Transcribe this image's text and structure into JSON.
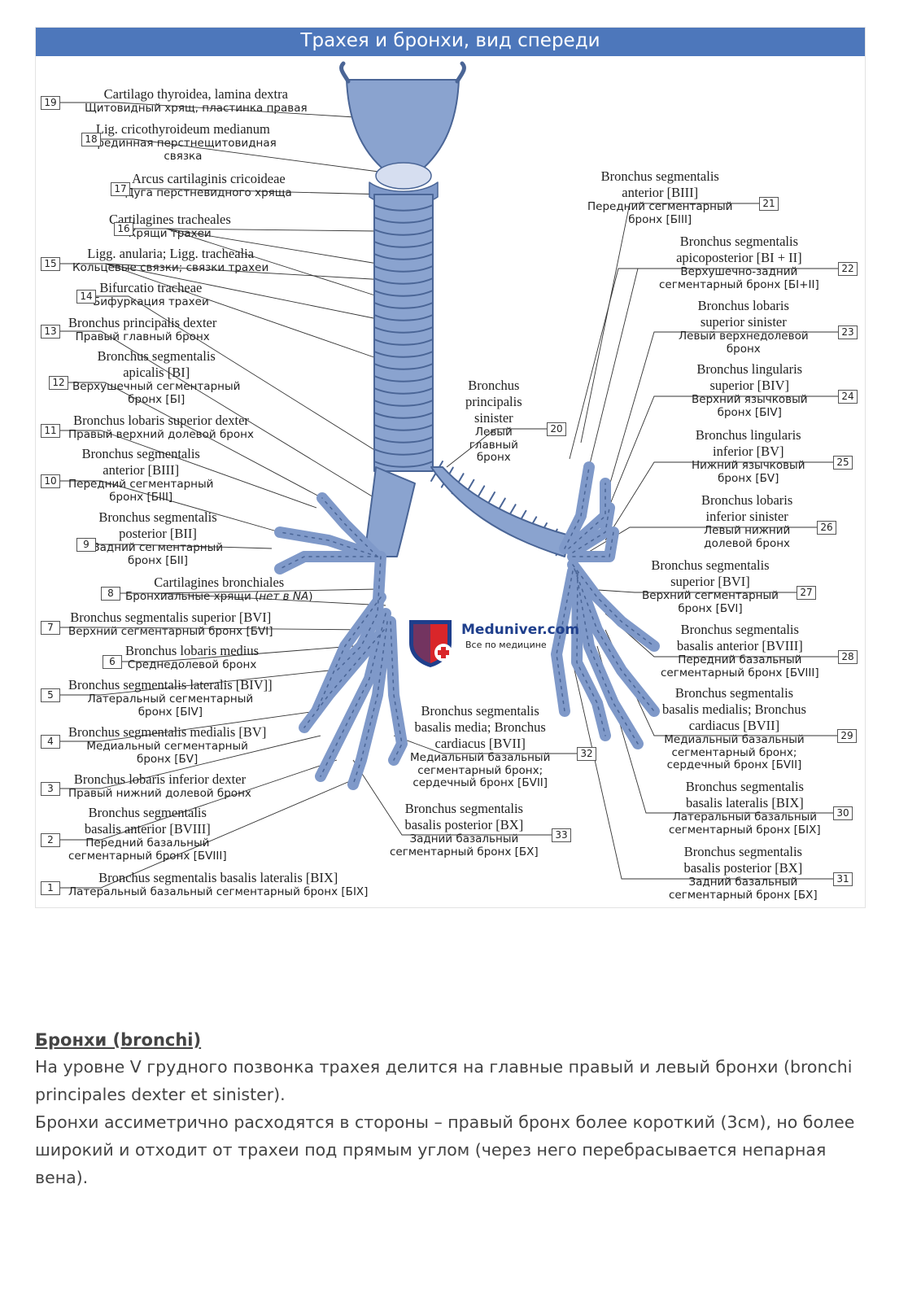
{
  "figure": {
    "title": "Трахея и бронхи, вид спереди",
    "labels": [
      {
        "num": "19",
        "la": "Cartilago thyroidea, lamina dextra",
        "ru": "Щитовидный хрящ, пластинка правая"
      },
      {
        "num": "18",
        "la": "Lig. cricothyroideum medianum",
        "ru": "Срединная перстнещитовидная",
        "ru2": "связка"
      },
      {
        "num": "17",
        "la": "Arcus cartilaginis cricoideae",
        "ru": "Дуга перстневидного хряща"
      },
      {
        "num": "16",
        "la": "Cartilagines tracheales",
        "ru": "Хрящи трахеи"
      },
      {
        "num": "15",
        "la": "Ligg. anularia; Ligg. trachealia",
        "ru": "Кольцевые связки; связки трахеи"
      },
      {
        "num": "14",
        "la": "Bifurcatio tracheae",
        "ru": "Бифуркация трахеи"
      },
      {
        "num": "13",
        "la": "Bronchus principalis dexter",
        "ru": "Правый главный бронх"
      },
      {
        "num": "12",
        "la": "Bronchus segmentalis",
        "la2": "apicalis [BI]",
        "ru": "Верхушечный сегментарный",
        "ru2": "бронх [БI]"
      },
      {
        "num": "11",
        "la": "Bronchus lobaris superior dexter",
        "ru": "Правый верхний долевой бронх"
      },
      {
        "num": "10",
        "la": "Bronchus segmentalis",
        "la2": "anterior [BIII]",
        "ru": "Передний сегментарный",
        "ru2": "бронх [БIII]"
      },
      {
        "num": "9",
        "la": "Bronchus segmentalis",
        "la2": "posterior [BII]",
        "ru": "Задний сегментарный",
        "ru2": "бронх [БII]"
      },
      {
        "num": "8",
        "la": "Cartilagines bronchiales",
        "ru": "Бронхиальные хрящи (",
        "ru_em": "нет в NA",
        "ru_end": ")"
      },
      {
        "num": "7",
        "la": "Bronchus segmentalis superior [BVI]",
        "ru": "Верхний сегментарный бронх [БVI]"
      },
      {
        "num": "6",
        "la": "Bronchus lobaris medius",
        "ru": "Среднедолевой бронх"
      },
      {
        "num": "5",
        "la": "Bronchus segmentalis lateralis [BIV]]",
        "ru": "Латеральный сегментарный",
        "ru2": "бронх [БIV]"
      },
      {
        "num": "4",
        "la": "Bronchus segmentalis medialis [BV]",
        "ru": "Медиальный сегментарный",
        "ru2": "бронх [БV]"
      },
      {
        "num": "3",
        "la": "Bronchus lobaris inferior dexter",
        "ru": "Правый нижний долевой бронх"
      },
      {
        "num": "2",
        "la": "Bronchus segmentalis",
        "la2": "basalis anterior [BVIII]",
        "ru": "Передний базальный",
        "ru2": "сегментарный бронх [БVIII]"
      },
      {
        "num": "1",
        "la": "Bronchus segmentalis basalis lateralis [BIX]",
        "ru": "Латеральный базальный сегментарный бронх [БIX]"
      },
      {
        "num": "20",
        "la": "Bronchus",
        "la2": "principalis",
        "la3": "sinister",
        "ru": "Левый",
        "ru2": "главный",
        "ru3": "бронх"
      },
      {
        "num": "21",
        "la": "Bronchus segmentalis",
        "la2": "anterior [BIII]",
        "ru": "Передний сегментарный",
        "ru2": "бронх [БIII]"
      },
      {
        "num": "22",
        "la": "Bronchus segmentalis",
        "la2": "apicoposterior [BI + II]",
        "ru": "Верхушечно-задний",
        "ru2": "сегментарный бронх [БI+II]"
      },
      {
        "num": "23",
        "la": "Bronchus lobaris",
        "la2": "superior sinister",
        "ru": "Левый верхнедолевой",
        "ru2": "бронх"
      },
      {
        "num": "24",
        "la": "Bronchus lingularis",
        "la2": "superior [BIV]",
        "ru": "Верхний язычковый",
        "ru2": "бронх [БIV]"
      },
      {
        "num": "25",
        "la": "Bronchus lingularis",
        "la2": "inferior [BV]",
        "ru": "Нижний язычковый",
        "ru2": "бронх [БV]"
      },
      {
        "num": "26",
        "la": "Bronchus lobaris",
        "la2": "inferior sinister",
        "ru": "Левый нижний",
        "ru2": "долевой бронх"
      },
      {
        "num": "27",
        "la": "Bronchus segmentalis",
        "la2": "superior [BVI]",
        "ru": "Верхний сегментарный",
        "ru2": "бронх [БVI]"
      },
      {
        "num": "28",
        "la": "Bronchus segmentalis",
        "la2": "basalis anterior [BVIII]",
        "ru": "Передний базальный",
        "ru2": "сегментарный бронх [БVIII]"
      },
      {
        "num": "29",
        "la": "Bronchus segmentalis",
        "la2": "basalis medialis; Bronchus",
        "la3": "cardiacus [BVII]",
        "ru": "Медиальный базальный",
        "ru2": "сегментарный бронх;",
        "ru3": "сердечный бронх [БVII]"
      },
      {
        "num": "30",
        "la": "Bronchus segmentalis",
        "la2": "basalis lateralis [BIX]",
        "ru": "Латеральный базальный",
        "ru2": "сегментарный бронх [БIX]"
      },
      {
        "num": "31",
        "la": "Bronchus segmentalis",
        "la2": "basalis posterior [BX]",
        "ru": "Задний базальный",
        "ru2": "сегментарный бронх [БX]"
      },
      {
        "num": "32",
        "la": "Bronchus segmentalis",
        "la2": "basalis media; Bronchus",
        "la3": "cardiacus [BVII]",
        "ru": "Медиальный базальный",
        "ru2": "сегментарный бронх;",
        "ru3": "сердечный бронх [БVII]"
      },
      {
        "num": "33",
        "la": "Bronchus segmentalis",
        "la2": "basalis posterior [BX]",
        "ru": "Задний базальный",
        "ru2": "сегментарный бронх [БX]"
      }
    ]
  },
  "watermark": {
    "name": "Meduniver.com",
    "tagline": "Все по медицине"
  },
  "article": {
    "heading": "Бронхи (bronchi)",
    "paragraphs": [
      "На уровне V грудного позвонка трахея делится на главные правый и левый бронхи (bronchi principales dexter et sinister).",
      "Бронхи ассиметрично расходятся в стороны – правый бронх более короткий (3см), но более широкий и отходит от трахеи под прямым углом (через него перебрасывается непарная вена)."
    ]
  },
  "colors": {
    "banner": "#4d77bb",
    "bronchus_fill": "#8aa3cf",
    "bronchus_ring": "#5a76a8"
  }
}
